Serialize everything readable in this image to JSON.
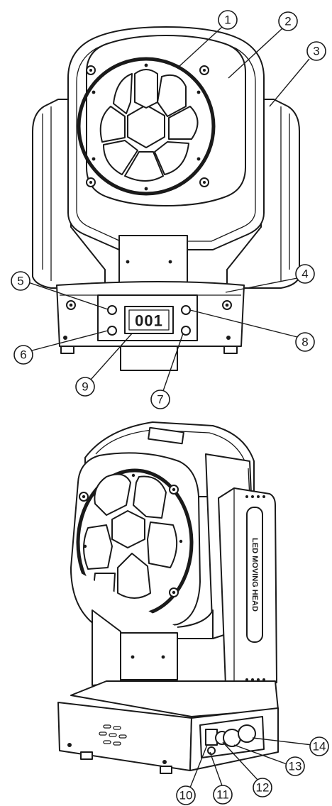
{
  "front_view": {
    "display_readout": "001",
    "callouts": [
      "1",
      "2",
      "3",
      "4",
      "5",
      "6",
      "7",
      "8",
      "9"
    ]
  },
  "rear_view": {
    "side_label": "LED MOVING HEAD",
    "callouts": [
      "10",
      "11",
      "12",
      "13",
      "14"
    ]
  }
}
